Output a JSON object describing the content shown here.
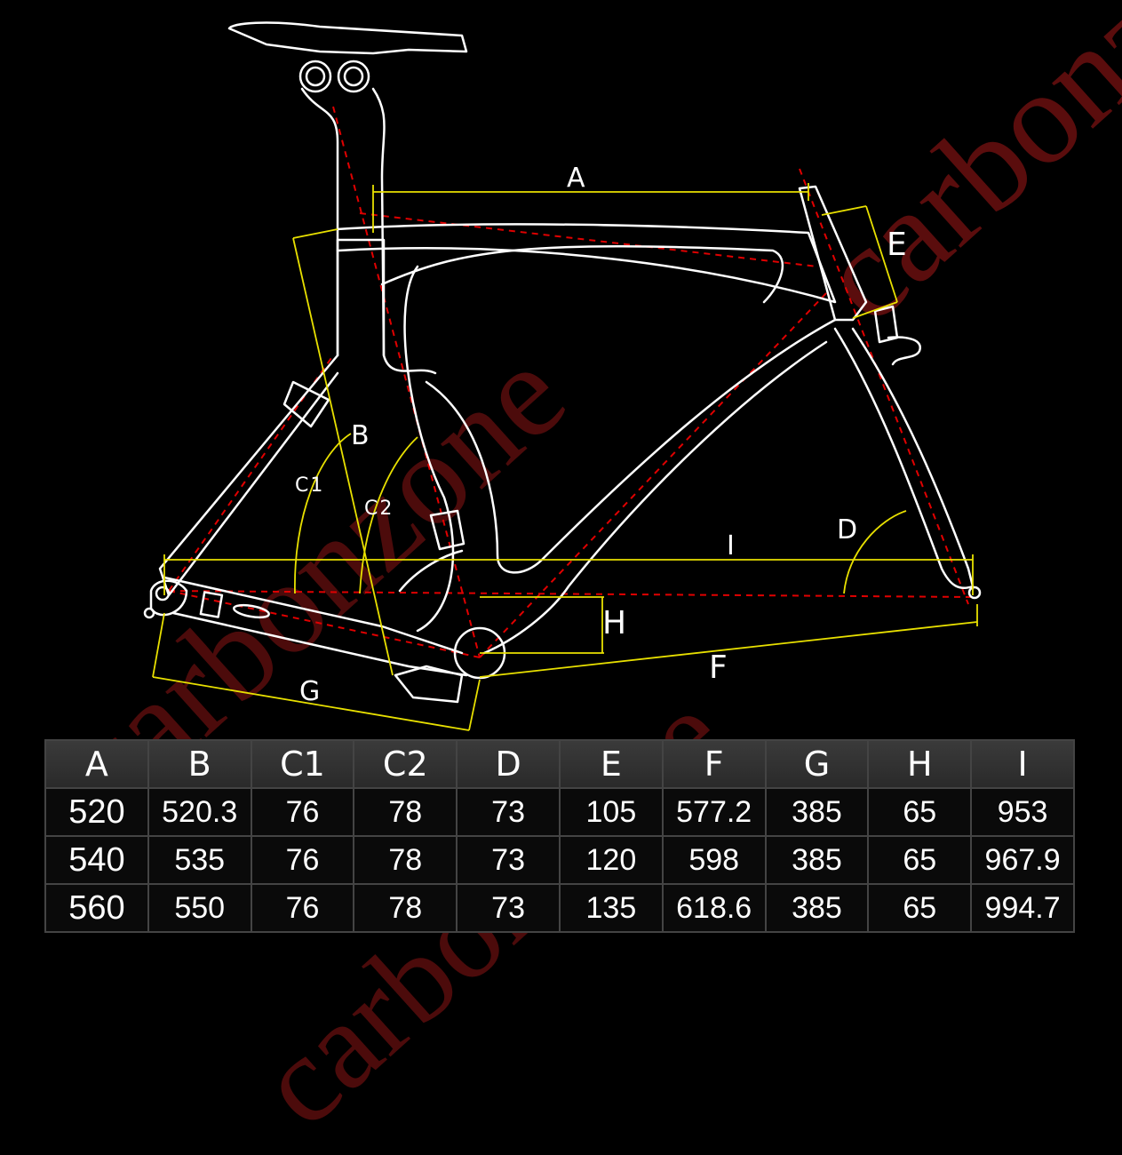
{
  "watermark": {
    "text": "carbonzone"
  },
  "labels": {
    "A": "A",
    "B": "B",
    "C1": "C1",
    "C2": "C2",
    "D": "D",
    "E": "E",
    "F": "F",
    "G": "G",
    "H": "H",
    "I": "I"
  },
  "colors": {
    "frame": "#ffffff",
    "dimension": "#e8e000",
    "centerline": "#e00000",
    "watermark": "#5a0d0d",
    "table_header": "#333333"
  },
  "table": {
    "headers": [
      "A",
      "B",
      "C1",
      "C2",
      "D",
      "E",
      "F",
      "G",
      "H",
      "I"
    ],
    "rows": [
      [
        "520",
        "520.3",
        "76",
        "78",
        "73",
        "105",
        "577.2",
        "385",
        "65",
        "953"
      ],
      [
        "540",
        "535",
        "76",
        "78",
        "73",
        "120",
        "598",
        "385",
        "65",
        "967.9"
      ],
      [
        "560",
        "550",
        "76",
        "78",
        "73",
        "135",
        "618.6",
        "385",
        "65",
        "994.7"
      ]
    ]
  }
}
